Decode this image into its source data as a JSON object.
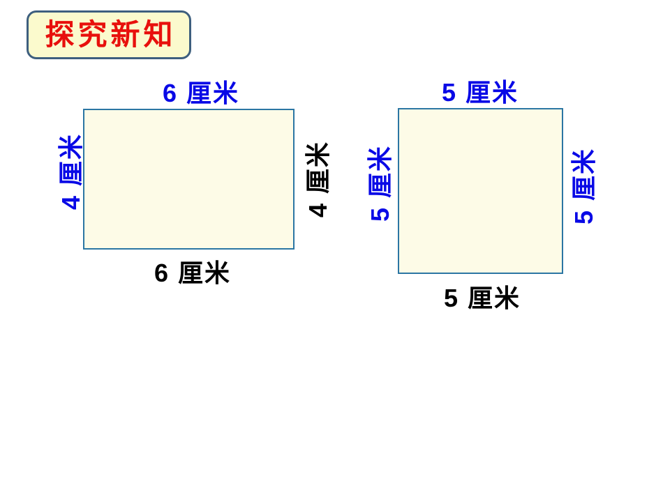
{
  "slide": {
    "background_color": "#FFFFFF"
  },
  "badge": {
    "label": "探究新知",
    "text_color": "#E8100C",
    "fill_color": "#FBFACD",
    "border_color": "#3E5F7E"
  },
  "shapes": {
    "fill_color": "#FDFBE7",
    "stroke_color": "#2B76A3",
    "dimension_blue": "#0909E6",
    "dimension_black": "#000000"
  },
  "rectangle": {
    "width_cm": 6,
    "height_cm": 4,
    "top_label": "6 厘米",
    "bottom_label": "6 厘米",
    "left_label": "4 厘米",
    "right_label": "4 厘米"
  },
  "square": {
    "side_cm": 5,
    "top_label": "5 厘米",
    "bottom_label": "5 厘米",
    "left_label": "5 厘米",
    "right_label": "5 厘米"
  }
}
